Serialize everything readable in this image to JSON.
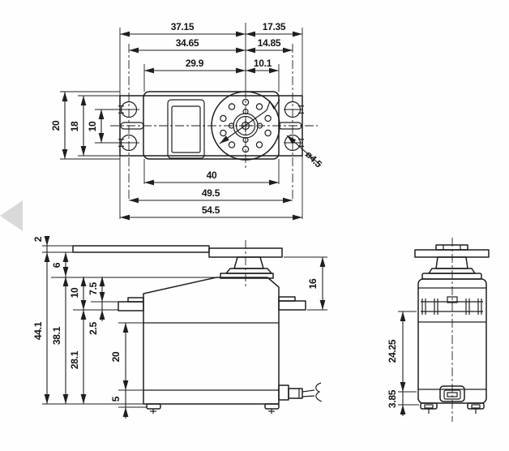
{
  "drawing": {
    "kind": "servo-dimensional-drawing",
    "line_color": "#1f1f1f",
    "background": "#fefefe",
    "overlay_arrow_color": "#d9d9d9"
  },
  "views": {
    "top": {
      "dims": {
        "w_left_overall": "37.15",
        "w_right_overall": "17.35",
        "w_left_screws": "34.65",
        "w_right_screws": "14.85",
        "w_left_body": "29.9",
        "w_right_body": "10.1",
        "h_body": "20",
        "h_flange": "18",
        "hole_pitch": "10",
        "w_body": "40",
        "w_screws": "49.5",
        "w_overall": "54.5",
        "hole_diameter": "ø4.5"
      }
    },
    "side": {
      "dims": {
        "arm_thickness": "2",
        "horn_height": "6",
        "top_to_tab_bottom": "10",
        "top_to_tab_top": "7.5",
        "tab_thickness": "2.5",
        "h_total": "44.1",
        "h_case": "38.1",
        "h_lower": "28.1",
        "h_mid": "20",
        "h_foot": "5",
        "horn_to_tab": "16"
      }
    },
    "end": {
      "dims": {
        "h_lower": "24.25",
        "h_foot": "3.85"
      }
    }
  }
}
